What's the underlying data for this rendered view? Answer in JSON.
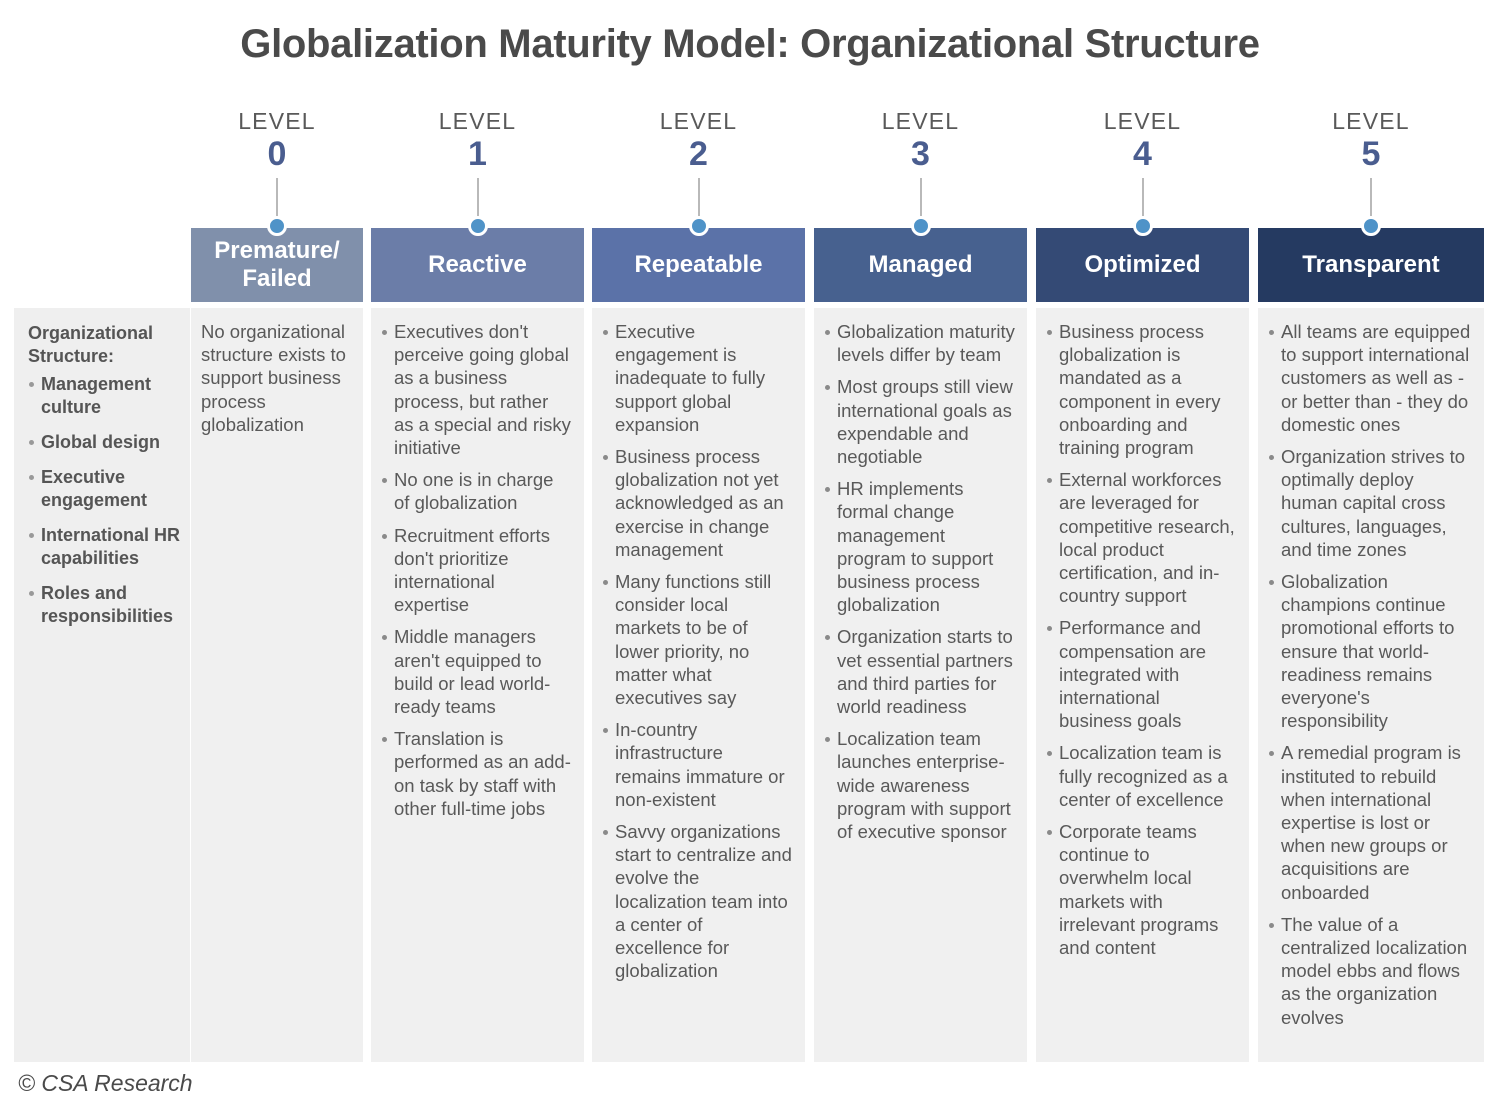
{
  "title": "Globalization Maturity Model: Organizational Structure",
  "footer": "© CSA Research",
  "level_word": "LEVEL",
  "colors": {
    "title": "#4a4a4a",
    "level_number": "#4a5d8f",
    "dot": "#4f93c8",
    "body_background": "#f0f0f0",
    "body_text": "#595959",
    "sidebar_text": "#555555"
  },
  "sidebar": {
    "title": "Organizational Structure:",
    "items": [
      "Management culture",
      "Global design",
      "Executive engagement",
      "International HR capabilities",
      "Roles and responsibilities"
    ]
  },
  "levels": [
    {
      "number": "0",
      "name": "Premature/ Failed",
      "header_color": "#8090ab",
      "body_type": "text",
      "text": "No organizational structure exists to support business process globalization",
      "items": []
    },
    {
      "number": "1",
      "name": "Reactive",
      "header_color": "#6b7da8",
      "body_type": "bullets",
      "text": "",
      "items": [
        "Executives don't perceive going global as a business process, but rather as a special and risky initiative",
        "No one is in charge of globalization",
        "Recruitment efforts don't prioritize international expertise",
        "Middle managers aren't equipped to build or lead world-ready teams",
        "Translation is performed as an add-on task by staff with other full-time jobs"
      ]
    },
    {
      "number": "2",
      "name": "Repeatable",
      "header_color": "#5b72a8",
      "body_type": "bullets",
      "text": "",
      "items": [
        "Executive engagement is inadequate to fully support global expansion",
        "Business process globalization not yet acknowledged as an exercise in change management",
        "Many functions still consider local markets to be of lower priority, no matter what executives say",
        "In-country infrastructure remains immature or non-existent",
        "Savvy organizations start to centralize and evolve the localization team into a center of excellence for globalization"
      ]
    },
    {
      "number": "3",
      "name": "Managed",
      "header_color": "#47618f",
      "body_type": "bullets",
      "text": "",
      "items": [
        "Globalization maturity levels differ by team",
        "Most groups still view international goals as expendable and negotiable",
        "HR implements formal change management program to support business process globalization",
        "Organization starts to vet essential partners and third parties for world readiness",
        "Localization team launches enterprise-wide awareness program with support of executive sponsor"
      ]
    },
    {
      "number": "4",
      "name": "Optimized",
      "header_color": "#344a75",
      "body_type": "bullets",
      "text": "",
      "items": [
        "Business process globalization is mandated as a component in every onboarding and training program",
        "External workforces are leveraged for competitive research, local product certification, and in-country support",
        "Performance and compensation are integrated with international business goals",
        "Localization team is fully recognized as a center of excellence",
        "Corporate teams continue to overwhelm local markets with irrelevant programs and content"
      ]
    },
    {
      "number": "5",
      "name": "Transparent",
      "header_color": "#253a61",
      "body_type": "bullets",
      "text": "",
      "items": [
        "All teams are equipped to support international customers as well as - or better than - they do domestic ones",
        "Organization strives to optimally deploy human capital cross cultures, languages, and time zones",
        "Globalization champions continue promotional efforts to ensure that world-readiness remains everyone's responsibility",
        "A remedial program is instituted to rebuild when international expertise is lost or when new groups or acquisitions are onboarded",
        "The value of a centralized localization model ebbs and flows as the organization evolves"
      ]
    }
  ]
}
